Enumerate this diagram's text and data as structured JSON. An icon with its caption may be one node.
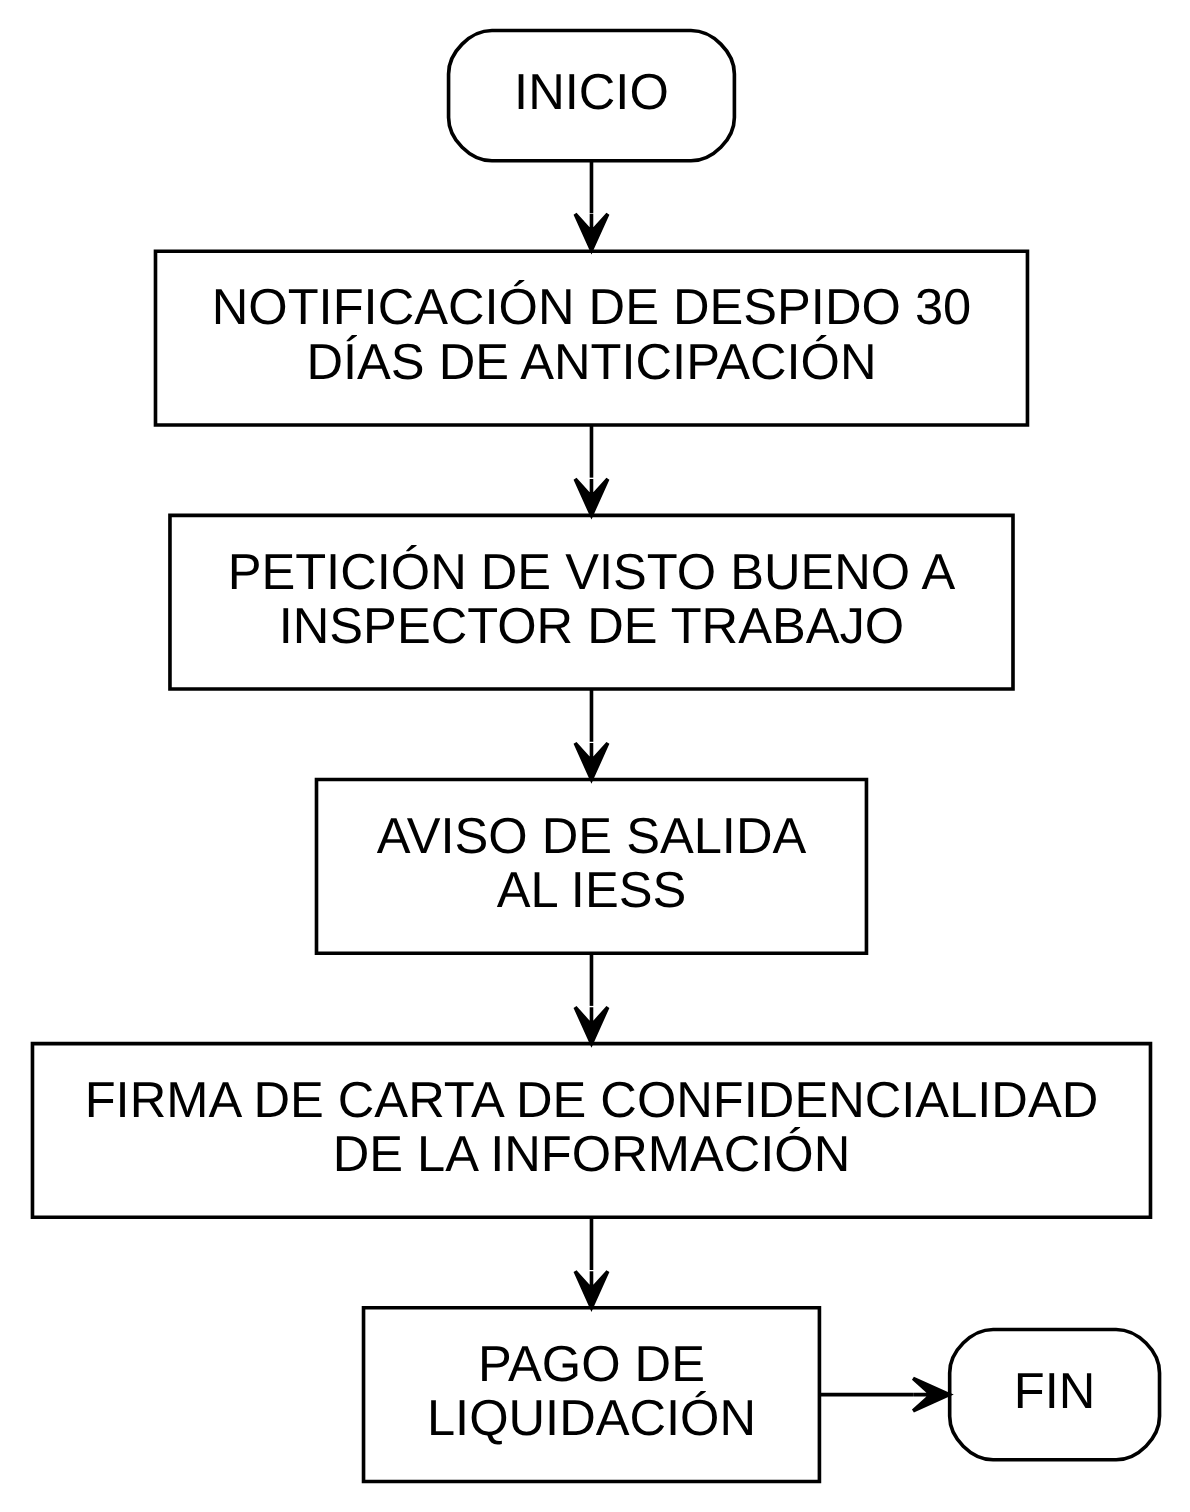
{
  "diagram": {
    "nodes": [
      {
        "text": [
          "INICIO"
        ]
      },
      {
        "text": [
          "NOTIFICACIÓN DE DESPIDO 30 DÍAS DE ANTICIPACIÓN"
        ]
      },
      {
        "text": [
          "PETICIÓN DE VISTO BUENO A INSPECTOR DE TRABAJO"
        ]
      },
      {
        "text": [
          "AVISO DE SALIDA AL IESS"
        ]
      },
      {
        "text": [
          "FIRMA DE CARTA DE CONFIDENCIALIDAD DE LA INFORMACIÓN"
        ]
      },
      {
        "text": [
          "PAGO DE LIQUIDACIÓN"
        ]
      },
      {
        "text": [
          "FIN"
        ]
      }
    ],
    "edges": [
      {
        "from": 0,
        "to": 1,
        "arrow": "to"
      },
      {
        "from": 1,
        "to": 2,
        "arrow": "to"
      },
      {
        "from": 2,
        "to": 3,
        "arrow": "to"
      },
      {
        "from": 3,
        "to": 4,
        "arrow": "to"
      },
      {
        "from": 4,
        "to": 5,
        "arrow": "to"
      },
      {
        "from": 5,
        "to": 6,
        "arrow": "to"
      }
    ]
  }
}
